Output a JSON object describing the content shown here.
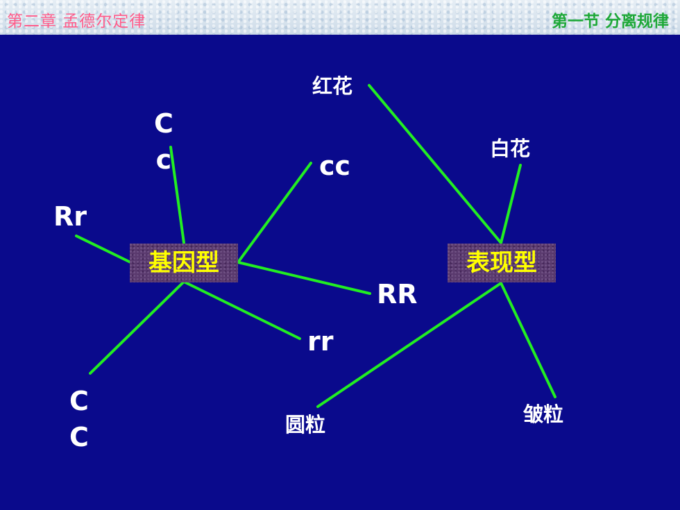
{
  "header": {
    "chapter": "第二章  孟德尔定律",
    "section": "第一节 分离规律"
  },
  "colors": {
    "background": "#0a0a8c",
    "line": "#22ee22",
    "hub_text": "#ffff00",
    "chapter_text": "#ff5c8a",
    "section_text": "#1ea838"
  },
  "diagram": {
    "genotype": {
      "label": "基因型",
      "items": {
        "Cc_upper": "C",
        "Cc_lower": "c",
        "cc": "cc",
        "Rr": "Rr",
        "RR": "RR",
        "rr": "rr",
        "CC_upper": "C",
        "CC_lower": "C"
      }
    },
    "phenotype": {
      "label": "表现型",
      "items": {
        "red_flower": "红花",
        "white_flower": "白花",
        "round_seed": "圆粒",
        "wrinkled_seed": "皱粒"
      }
    }
  }
}
